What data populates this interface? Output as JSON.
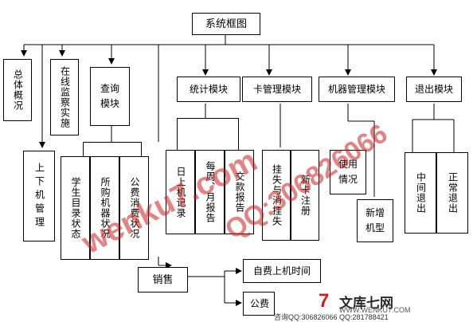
{
  "root": "系统框图",
  "modules": {
    "overview": "总体概况",
    "monitor": "在线监察实施",
    "updown": "上下机管理",
    "query": "查询模块",
    "stats": "统计模块",
    "card": "卡管理模块",
    "machine": "机器管理模块",
    "exit": "退出模块",
    "sales": "销售"
  },
  "query_children": [
    "学生目录状态",
    "所购机器状况",
    "公费消费状况"
  ],
  "stats_children": [
    "日上机记录",
    "每周、月报告",
    "交款报告"
  ],
  "card_children": [
    "挂失与消挂失",
    "新卡注册"
  ],
  "machine_children": [
    "使用情况",
    "新增机型"
  ],
  "exit_children": [
    "中间退出",
    "正常退出"
  ],
  "sales_children": [
    "自费上机时间",
    "公费"
  ],
  "watermark": {
    "site": "wenku7.com",
    "qq": "QQ:306826066",
    "brand_name": "文库七网",
    "brand_url": "WWW.WENKU7.COM",
    "contact": "咨询QQ:306826066 QQ:281788421"
  }
}
